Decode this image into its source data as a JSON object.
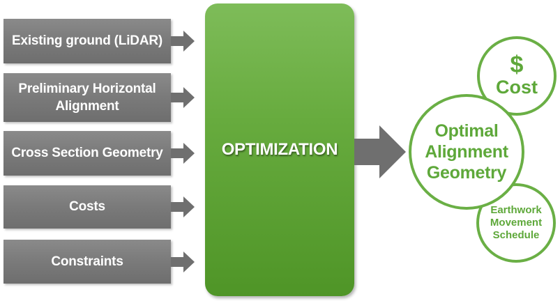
{
  "inputs": [
    {
      "lines": [
        "Existing ground (LiDAR)"
      ]
    },
    {
      "lines": [
        "Preliminary Horizontal",
        "Alignment"
      ]
    },
    {
      "lines": [
        "Cross Section Geometry"
      ]
    },
    {
      "lines": [
        "Costs"
      ]
    },
    {
      "lines": [
        "Constraints"
      ]
    }
  ],
  "process": {
    "label": "OPTIMIZATION"
  },
  "outputs": {
    "cost": {
      "symbol": "$",
      "label": "Cost"
    },
    "main": {
      "lines": [
        "Optimal",
        "Alignment",
        "Geometry"
      ]
    },
    "earthwork": {
      "lines": [
        "Earthwork",
        "Movement",
        "Schedule"
      ]
    }
  },
  "colors": {
    "input_gray": "#7a7a7a",
    "arrow_gray": "#6f6f6f",
    "process_green": "#67ab3e",
    "output_green": "#6aaf45"
  }
}
